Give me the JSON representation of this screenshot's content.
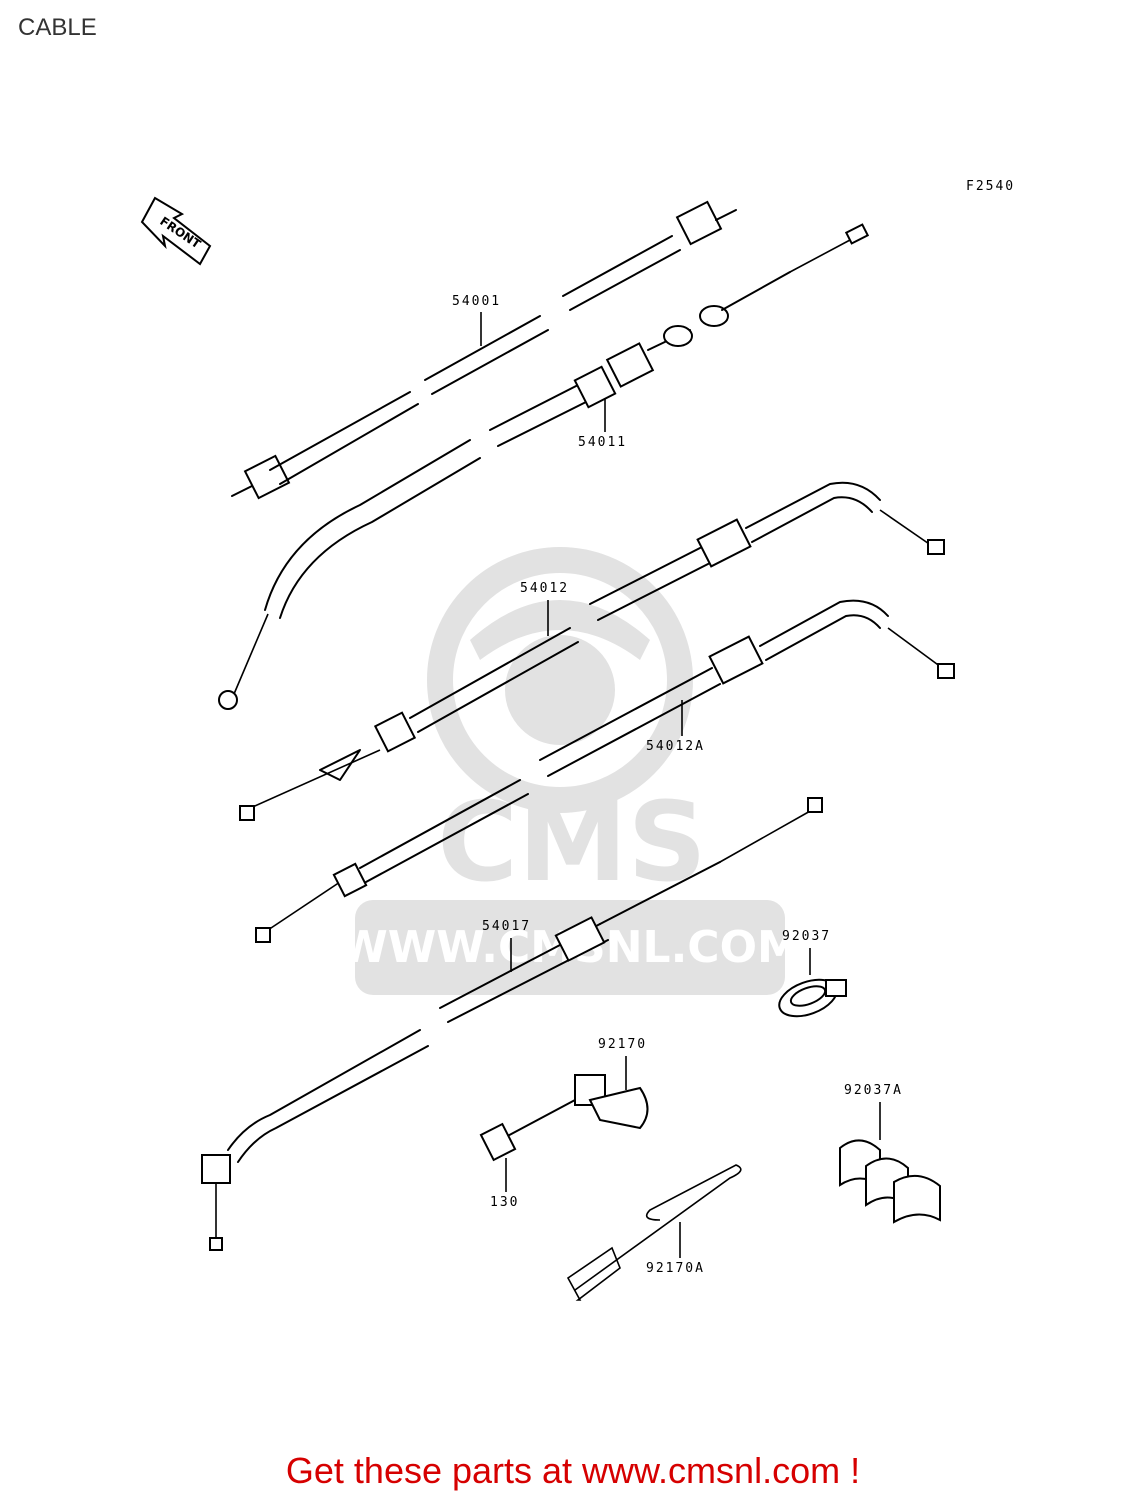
{
  "header": {
    "title": "CABLE"
  },
  "diagram": {
    "figure_code": "F2540",
    "front_arrow_label": "FRONT",
    "watermark_text": "CMS",
    "watermark_url": "WWW.CMSNL.COM",
    "parts": [
      {
        "id": "54001"
      },
      {
        "id": "54011"
      },
      {
        "id": "54012"
      },
      {
        "id": "54012A"
      },
      {
        "id": "54017"
      },
      {
        "id": "92037"
      },
      {
        "id": "92170"
      },
      {
        "id": "92037A"
      },
      {
        "id": "130"
      },
      {
        "id": "92170A"
      }
    ]
  },
  "footer": {
    "cta": "Get these parts at www.cmsnl.com !"
  },
  "colors": {
    "cta": "#d60000",
    "watermark": "#e2e2e2"
  }
}
